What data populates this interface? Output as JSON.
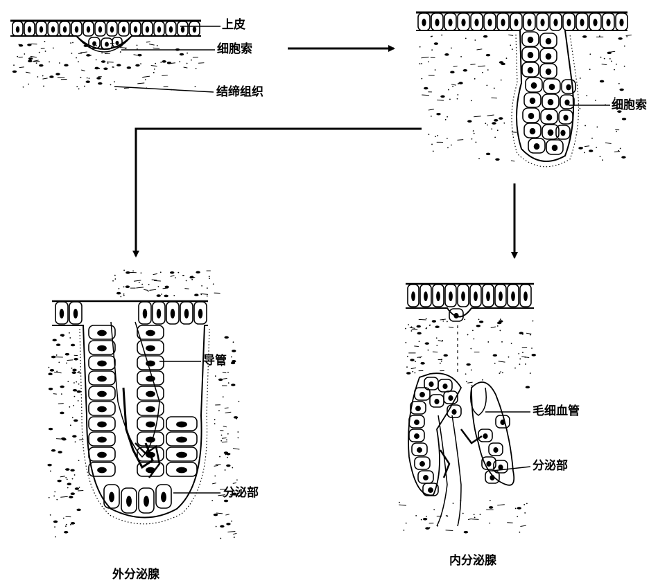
{
  "labels": {
    "epithelium": "上皮",
    "cell_cord_1": "细胞索",
    "connective_tissue": "结缔组织",
    "cell_cord_2": "细胞索",
    "duct": "导管",
    "secretory_exo": "分泌部",
    "capillary": "毛细血管",
    "secretory_endo": "分泌部"
  },
  "captions": {
    "exocrine": "外分泌腺",
    "endocrine": "内分泌腺"
  },
  "colors": {
    "ink": "#000000",
    "paper": "#ffffff"
  }
}
